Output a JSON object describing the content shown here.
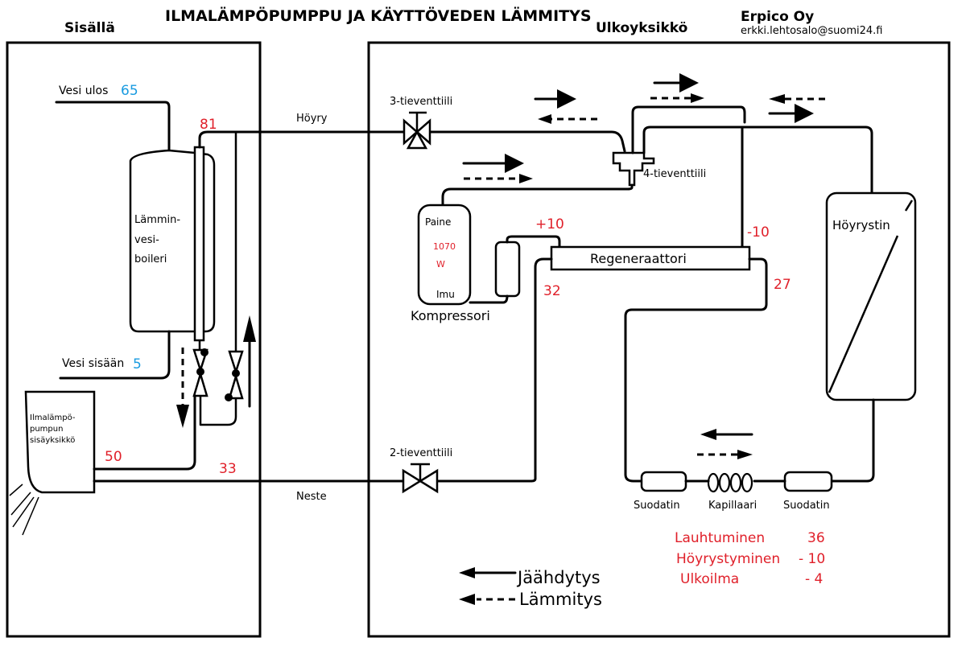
{
  "header": {
    "title": "ILMALÄMPÖPUMPPU JA KÄYTTÖVEDEN LÄMMITYS",
    "indoor_label": "Sisällä",
    "outdoor_label": "Ulkoyksikkö",
    "company": "Erpico Oy",
    "email": "erkki.lehtosalo@suomi24.fi"
  },
  "indoor": {
    "water_out_label": "Vesi ulos",
    "water_out_temp": "65",
    "water_in_label": "Vesi sisään",
    "water_in_temp": "5",
    "boiler_label_lines": [
      "Lämmin-",
      "vesi-",
      "boileri"
    ],
    "indoor_unit_lines": [
      "Ilmalämpö-",
      "pumpun",
      "sisäyksikkö"
    ],
    "temp_boiler_top": "81",
    "temp_unit_out": "50",
    "temp_liquid": "33"
  },
  "pipes": {
    "vapor_label": "Höyry",
    "liquid_label": "Neste"
  },
  "outdoor": {
    "valve3_label": "3-tieventtiili",
    "valve4_label": "4-tieventtiili",
    "valve2_label": "2-tieventtiili",
    "compressor": {
      "label": "Kompressori",
      "pressure_label": "Paine",
      "suction_label": "Imu",
      "power_value": "1070",
      "power_unit": "W"
    },
    "regenerator_label": "Regeneraattori",
    "evaporator_label": "Höyrystin",
    "filter_label": "Suodatin",
    "capillary_label": "Kapillaari",
    "temp_plus10": "+10",
    "temp_minus10": "-10",
    "temp_32": "32",
    "temp_27": "27"
  },
  "summary": [
    {
      "label": "Lauhtuminen",
      "value": "36"
    },
    {
      "label": "Höyrystyminen",
      "value": "- 10"
    },
    {
      "label": "Ulkoilma",
      "value": "-  4"
    }
  ],
  "legend": [
    {
      "style": "solid",
      "label": "Jäähdytys"
    },
    {
      "style": "dashed",
      "label": "Lämmitys"
    }
  ],
  "colors": {
    "temperature_red": "#e0202a",
    "water_blue": "#1a9be0"
  }
}
